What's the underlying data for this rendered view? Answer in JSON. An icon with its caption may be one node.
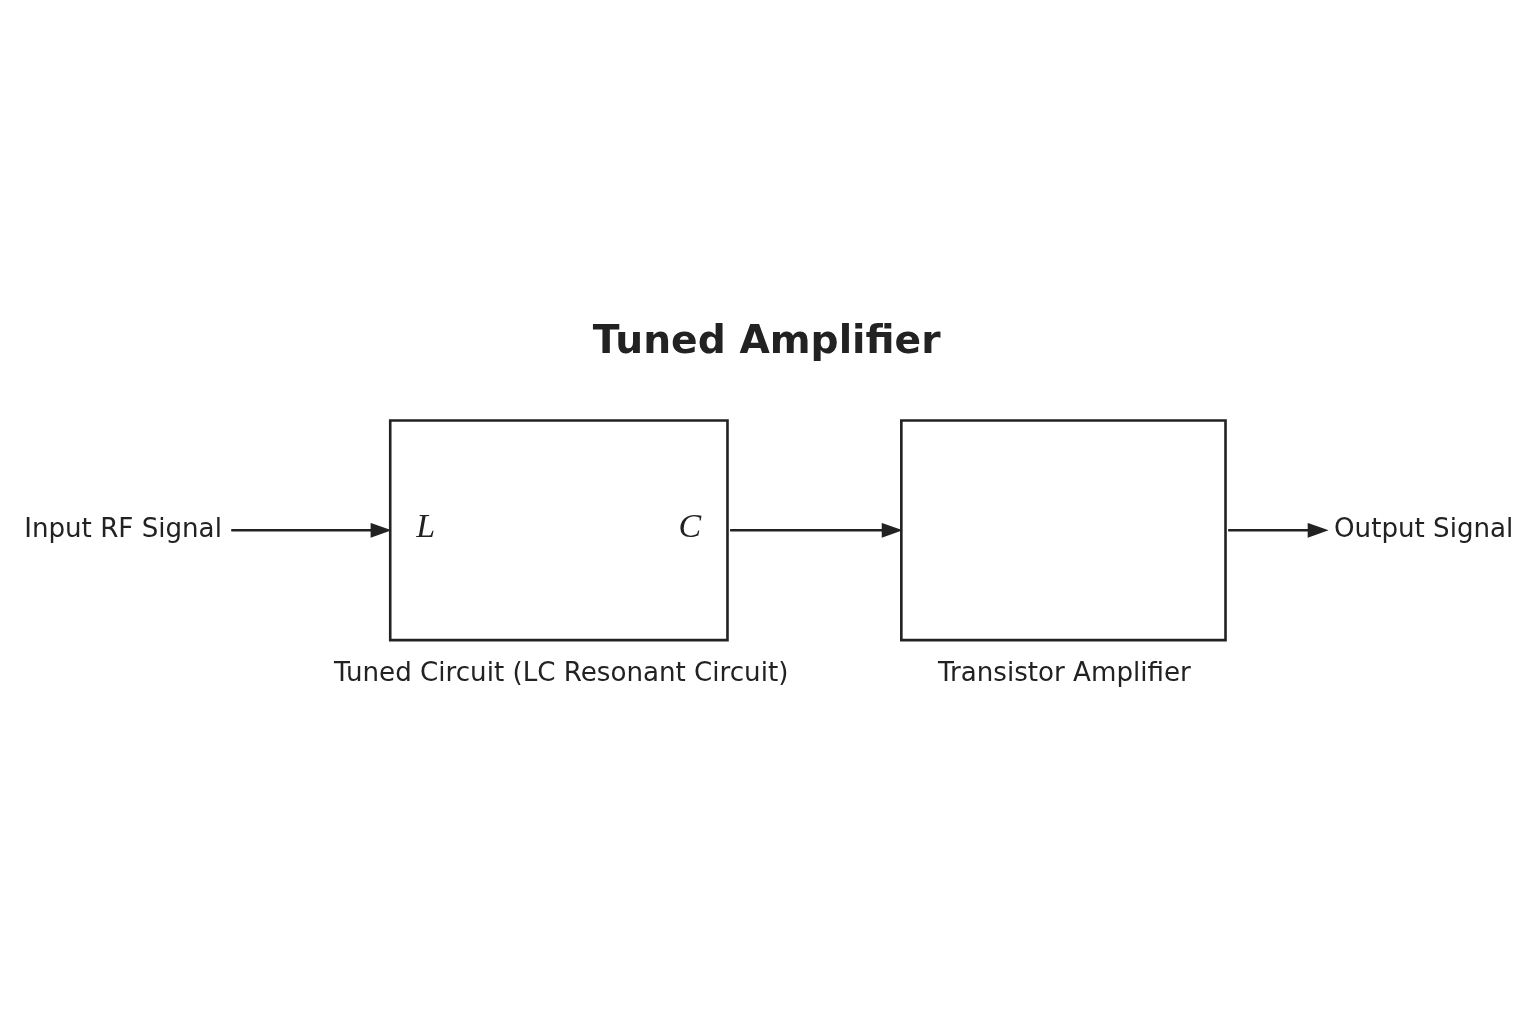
{
  "diagram": {
    "title": "Tuned Amplifier",
    "nodes": [
      {
        "text": [
          "Input RF Signal"
        ]
      },
      {
        "text": [
          "L",
          "C",
          "Tuned Circuit (LC Resonant Circuit)"
        ]
      },
      {
        "text": [
          "Transistor Amplifier"
        ]
      },
      {
        "text": [
          "Output Signal"
        ]
      }
    ],
    "edges": [
      {
        "from": 0,
        "to": 1,
        "arrow": "to"
      },
      {
        "from": 1,
        "to": 2,
        "arrow": "to"
      },
      {
        "from": 2,
        "to": 3,
        "arrow": "to"
      }
    ]
  }
}
